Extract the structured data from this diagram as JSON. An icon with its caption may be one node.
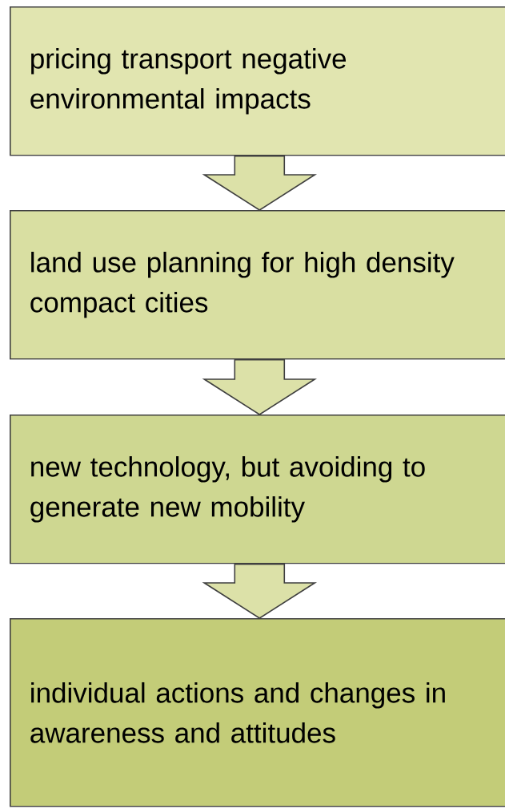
{
  "diagram": {
    "nodes": [
      {
        "text": [
          "pricing transport negative environmental impacts"
        ]
      },
      {
        "text": [
          "land use planning for high density compact cities"
        ]
      },
      {
        "text": [
          "new technology, but avoiding to generate new mobility"
        ]
      },
      {
        "text": [
          "individual actions and changes in awareness and attitudes"
        ]
      }
    ],
    "edges": [
      {
        "from": 0,
        "to": 1,
        "arrow": "to"
      },
      {
        "from": 1,
        "to": 2,
        "arrow": "to"
      },
      {
        "from": 2,
        "to": 3,
        "arrow": "to"
      }
    ]
  }
}
